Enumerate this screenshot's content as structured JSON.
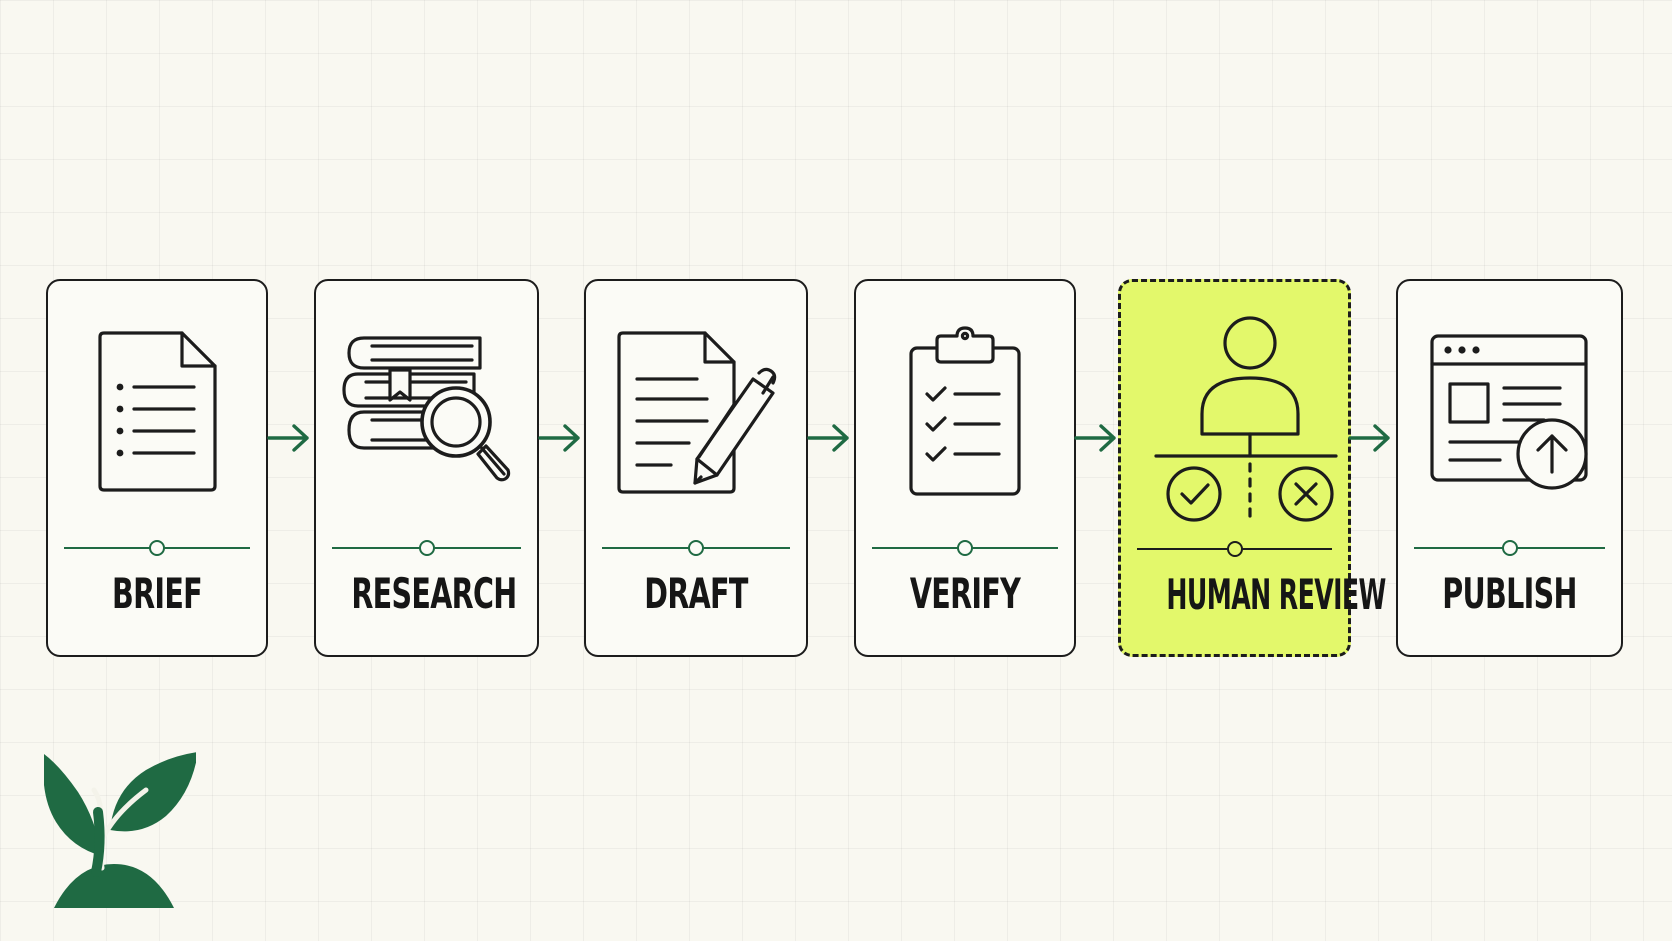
{
  "accent_color": "#1f6a43",
  "highlight_color": "#e3f86b",
  "steps": [
    {
      "label": "BRIEF",
      "icon": "document-list-icon"
    },
    {
      "label": "RESEARCH",
      "icon": "books-magnifier-icon"
    },
    {
      "label": "DRAFT",
      "icon": "document-pen-icon"
    },
    {
      "label": "VERIFY",
      "icon": "clipboard-checklist-icon"
    },
    {
      "label": "HUMAN REVIEW",
      "icon": "person-approve-reject-icon",
      "highlighted": true
    },
    {
      "label": "PUBLISH",
      "icon": "browser-upload-icon"
    }
  ],
  "logo": {
    "icon": "sprout-icon"
  }
}
